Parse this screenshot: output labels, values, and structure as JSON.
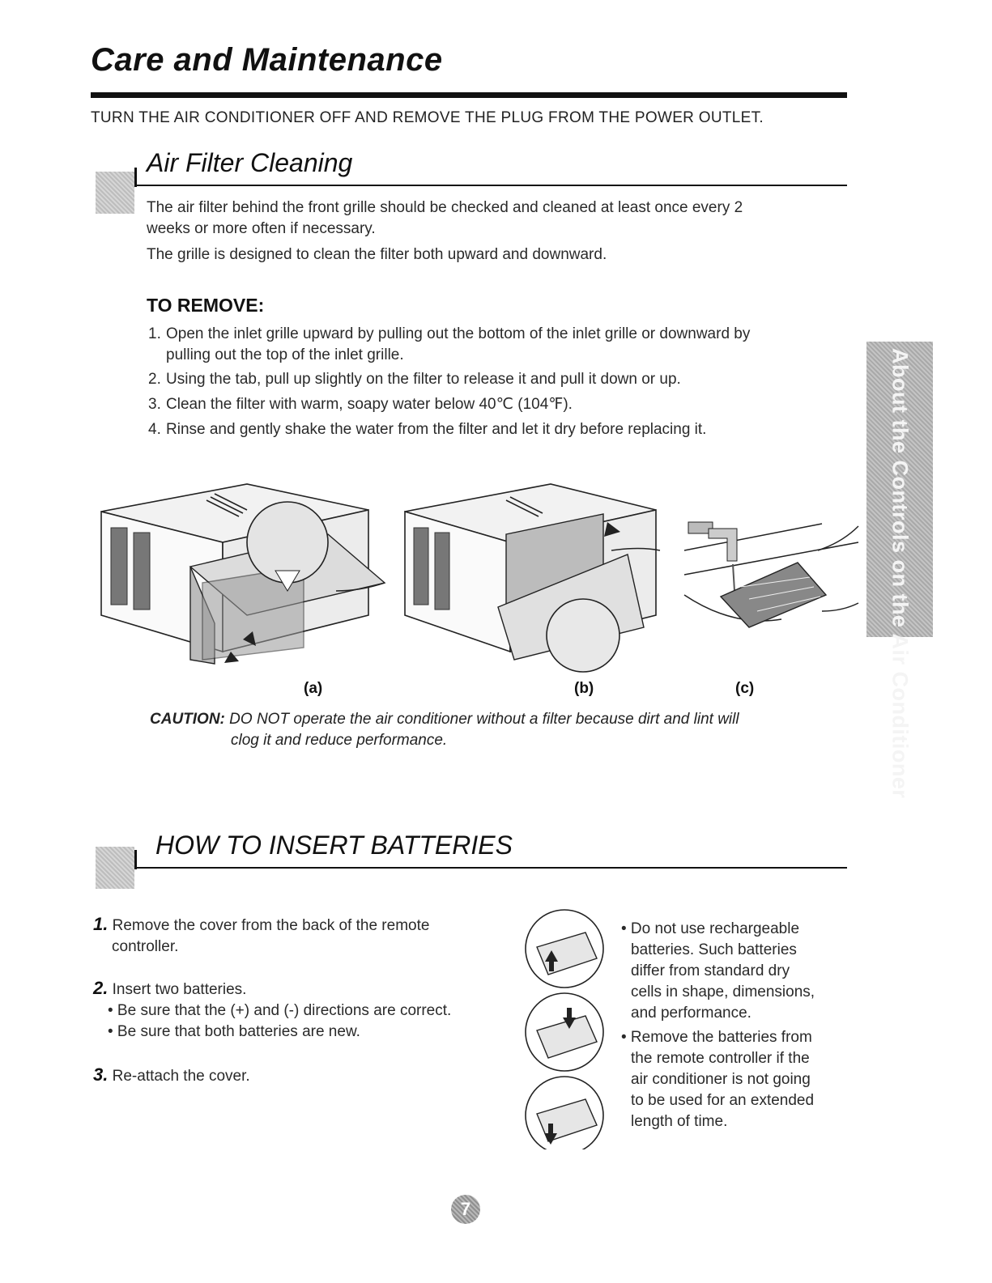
{
  "page": {
    "title": "Care and Maintenance",
    "warning": "TURN THE AIR CONDITIONER OFF AND REMOVE THE PLUG FROM THE POWER OUTLET.",
    "side_tab": "About the Controls on the Air Conditioner",
    "page_number": "7"
  },
  "filter": {
    "heading": "Air Filter Cleaning",
    "para1_line1": "The air filter behind the front grille should be checked and cleaned at least once every 2",
    "para1_line2": "weeks or more often if necessary.",
    "para2": "The grille is designed to clean the filter both upward and downward.",
    "remove_heading": "TO REMOVE:",
    "steps": [
      {
        "num": "1.",
        "line1": "Open the inlet grille upward by pulling out the bottom of the inlet grille or downward by",
        "line2": "pulling out the top of the inlet grille."
      },
      {
        "num": "2.",
        "line1": "Using the tab, pull up slightly on the filter to release it and pull it down or up."
      },
      {
        "num": "3.",
        "line1": "Clean the filter with warm, soapy water below 40℃ (104℉)."
      },
      {
        "num": "4.",
        "line1": "Rinse and gently shake the water from the filter and let it dry before replacing it."
      }
    ],
    "captions": [
      "(a)",
      "(b)",
      "(c)"
    ],
    "caution_label": "CAUTION:",
    "caution_line1": "DO NOT operate the air conditioner without a filter because dirt and lint will",
    "caution_line2": "clog it and reduce performance."
  },
  "batteries": {
    "heading": "HOW TO INSERT BATTERIES",
    "steps": [
      {
        "num": "1.",
        "line1": "Remove the cover from the back of the remote",
        "line2": "controller."
      },
      {
        "num": "2.",
        "line1": "Insert two batteries.",
        "bullets": [
          "• Be sure that the (+) and (-)  directions are correct.",
          "• Be sure that both batteries are new."
        ]
      },
      {
        "num": "3.",
        "line1": "Re-attach the cover."
      }
    ],
    "notes": [
      {
        "lines": [
          "• Do not use rechargeable",
          "batteries. Such batteries",
          "differ from standard dry",
          "cells in shape, dimensions,",
          "and performance."
        ]
      },
      {
        "lines": [
          "• Remove the batteries from",
          "the remote controller if the",
          "air conditioner is not going",
          "to be used for an extended",
          "length of time."
        ]
      }
    ]
  }
}
